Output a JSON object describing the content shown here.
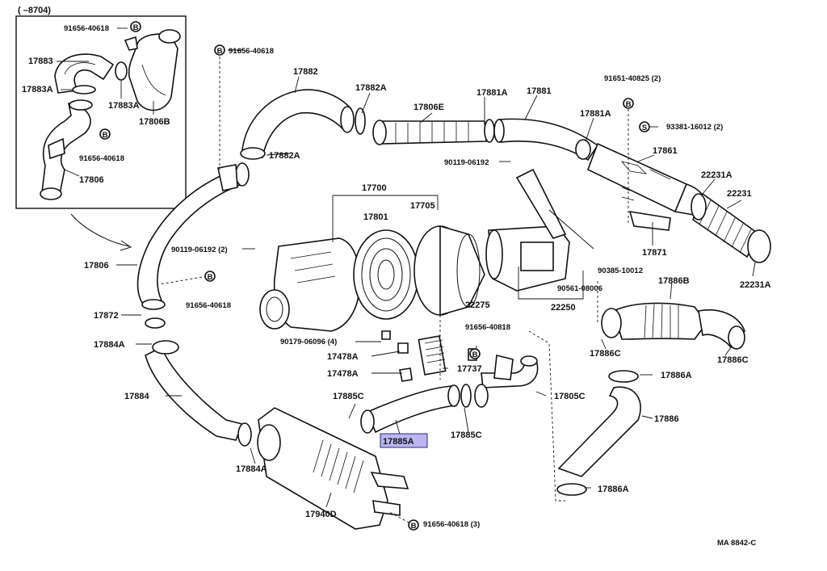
{
  "diagram": {
    "inset_title": "(      –8704)",
    "footer_code": "MA  8842-C",
    "highlighted_part": "17885A",
    "colors": {
      "highlight": "#b9b6f0",
      "line": "#111111"
    },
    "labels": [
      {
        "id": "l01",
        "text": "91656-40618"
      },
      {
        "id": "l02",
        "text": "17883"
      },
      {
        "id": "l03",
        "text": "17883A"
      },
      {
        "id": "l04",
        "text": "17883A"
      },
      {
        "id": "l05",
        "text": "17806B"
      },
      {
        "id": "l06",
        "text": "91656-40618"
      },
      {
        "id": "l07",
        "text": "17806"
      },
      {
        "id": "l08",
        "text": "91656-40618"
      },
      {
        "id": "l09",
        "text": "17882"
      },
      {
        "id": "l10",
        "text": "17882A"
      },
      {
        "id": "l11",
        "text": "17806E"
      },
      {
        "id": "l12",
        "text": "17881A"
      },
      {
        "id": "l13",
        "text": "17881"
      },
      {
        "id": "l14",
        "text": "17881A"
      },
      {
        "id": "l15",
        "text": "91651-40825 (2)"
      },
      {
        "id": "l16",
        "text": "93381-16012 (2)"
      },
      {
        "id": "l17",
        "text": "17861"
      },
      {
        "id": "l18",
        "text": "22231A"
      },
      {
        "id": "l19",
        "text": "22231"
      },
      {
        "id": "l20",
        "text": "22231A"
      },
      {
        "id": "l21",
        "text": "17871"
      },
      {
        "id": "l22",
        "text": "17882A"
      },
      {
        "id": "l23",
        "text": "90119-06192"
      },
      {
        "id": "l24",
        "text": "17700"
      },
      {
        "id": "l25",
        "text": "17801"
      },
      {
        "id": "l26",
        "text": "17705"
      },
      {
        "id": "l27",
        "text": "90119-06192 (2)"
      },
      {
        "id": "l28",
        "text": "17806"
      },
      {
        "id": "l29",
        "text": "91656-40618"
      },
      {
        "id": "l30",
        "text": "17872"
      },
      {
        "id": "l31",
        "text": "90385-10012"
      },
      {
        "id": "l32",
        "text": "90561-08006"
      },
      {
        "id": "l33",
        "text": "22275"
      },
      {
        "id": "l34",
        "text": "22250"
      },
      {
        "id": "l35",
        "text": "17886B"
      },
      {
        "id": "l36",
        "text": "17884A"
      },
      {
        "id": "l37",
        "text": "90179-06096 (4)"
      },
      {
        "id": "l38",
        "text": "91656-40818"
      },
      {
        "id": "l39",
        "text": "17478A"
      },
      {
        "id": "l40",
        "text": "17478A"
      },
      {
        "id": "l41",
        "text": "17737"
      },
      {
        "id": "l42",
        "text": "17886C"
      },
      {
        "id": "l43",
        "text": "17886C"
      },
      {
        "id": "l44",
        "text": "17886A"
      },
      {
        "id": "l45",
        "text": "17884"
      },
      {
        "id": "l46",
        "text": "17885C"
      },
      {
        "id": "l47",
        "text": "17805C"
      },
      {
        "id": "l48",
        "text": "17886"
      },
      {
        "id": "l49",
        "text": "17885C"
      },
      {
        "id": "l50",
        "text": "17884A"
      },
      {
        "id": "l51",
        "text": "17886A"
      },
      {
        "id": "l52",
        "text": "17940D"
      },
      {
        "id": "l53",
        "text": "91656-40618 (3)"
      }
    ]
  }
}
